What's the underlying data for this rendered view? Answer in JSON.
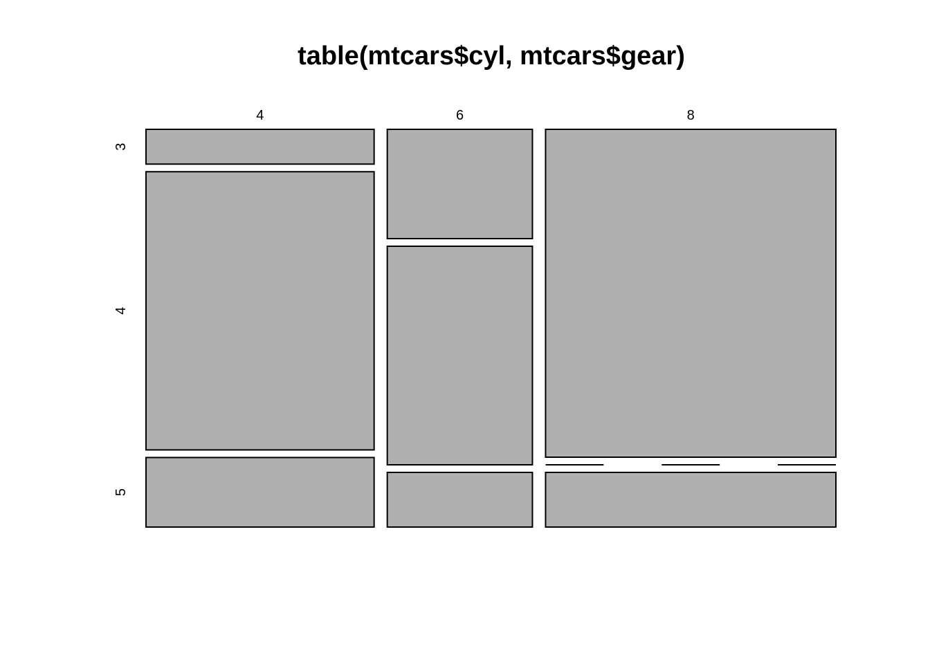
{
  "chart_data": {
    "type": "mosaic",
    "title": "table(mtcars$cyl, mtcars$gear)",
    "x_variable_levels": [
      "4",
      "6",
      "8"
    ],
    "y_variable_levels": [
      "3",
      "4",
      "5"
    ],
    "counts": [
      [
        1,
        8,
        2
      ],
      [
        2,
        4,
        1
      ],
      [
        12,
        0,
        2
      ]
    ],
    "fill_color": "#b0b0b0",
    "border_color": "#000000"
  }
}
